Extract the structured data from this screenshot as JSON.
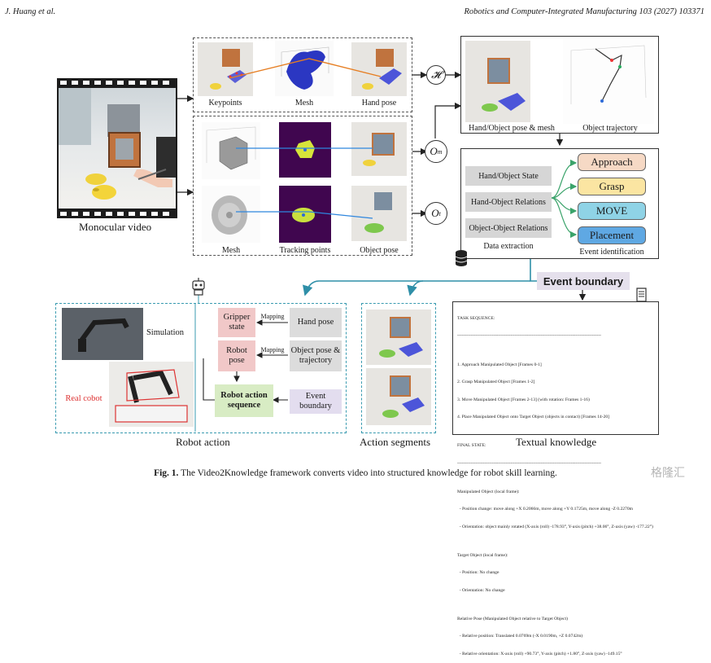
{
  "header": {
    "authors": "J. Huang et al.",
    "journal": "Robotics and Computer-Integrated Manufacturing 103 (2027) 103371"
  },
  "labels": {
    "monocular_video": "Monocular video",
    "keypoints": "Keypoints",
    "mesh_top": "Mesh",
    "hand_pose": "Hand pose",
    "mesh_bottom": "Mesh",
    "tracking_points": "Tracking points",
    "object_pose": "Object pose",
    "hand_object_mesh": "Hand/Object pose & mesh",
    "object_trajectory": "Object trajectory",
    "data_extraction": "Data extraction",
    "event_identification": "Event identification",
    "event_boundary": "Event boundary",
    "simulation": "Simulation",
    "real_cobot": "Real cobot",
    "mapping1": "Mapping",
    "mapping2": "Mapping",
    "robot_action": "Robot action",
    "action_segments": "Action segments",
    "textual_knowledge": "Textual knowledge"
  },
  "symbols": {
    "h": "𝓗",
    "om": "O",
    "om_sub": "m",
    "ot": "O",
    "ot_sub": "t"
  },
  "extraction_boxes": [
    "Hand/Object State",
    "Hand-Object Relations",
    "Object-Object Relations"
  ],
  "events": [
    {
      "label": "Approach",
      "color": "#f6d9c5"
    },
    {
      "label": "Grasp",
      "color": "#fbe5a2"
    },
    {
      "label": "MOVE",
      "color": "#8fd3e6"
    },
    {
      "label": "Placement",
      "color": "#5fa8e3"
    }
  ],
  "robot_panel": {
    "gripper_state": "Gripper state",
    "robot_pose": "Robot pose",
    "hand_pose": "Hand pose",
    "object_pose_traj": "Object pose & trajectory",
    "robot_action_sequence": "Robot action sequence",
    "event_boundary": "Event boundary"
  },
  "textual_knowledge_lines": [
    "TASK SEQUENCE:",
    "-----------------------------------------------------------------------------------------------",
    "",
    "1. Approach Manipulated Object [Frames 0-1]",
    "2. Grasp Manipulated Object [Frames 1-2]",
    "3. Move Manipulated Object [Frames 2-13] (with rotation: Frames 1-16)",
    "4. Place Manipulated Object onto Target Object (objects in contact) [Frames 14-20]",
    "",
    "FINAL STATE:",
    "-----------------------------------------------------------------------------------------------",
    "",
    "Manipulated Object (local frame):",
    "  - Position change: move along +X 0.2066m, move along +Y 0.1725m, move along -Z 0.2270m",
    "  - Orientation: object mainly rotated (X-axis (roll) -178.93°, Y-axis (pitch) +38.06°, Z-axis (yaw) -177.22°)",
    "",
    "Target Object (local frame):",
    "  - Position: No change",
    "  - Orientation: No change",
    "",
    "Relative Pose (Manipulated Object relative to Target Object)",
    "  - Relative position: Translated 0.0769m (-X 0.0190m, +Z 0.0742m)",
    "  - Relative orientation: X-axis (roll) +90.73°, Y-axis (pitch) +1.80°, Z-axis (yaw) -149.15°"
  ],
  "caption": {
    "prefix": "Fig. 1.",
    "text": "The Video2Knowledge framework converts video into structured knowledge for robot skill learning."
  },
  "watermark": "格隆汇"
}
